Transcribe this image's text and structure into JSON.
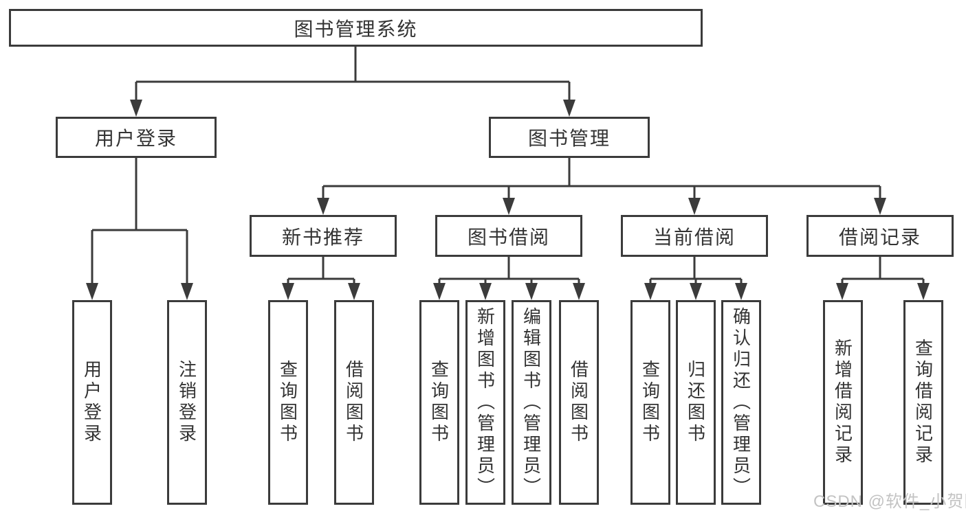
{
  "diagram": {
    "root": {
      "label": "图书管理系统"
    },
    "branches": [
      {
        "label": "用户登录",
        "children": [
          {
            "label": "用户登录"
          },
          {
            "label": "注销登录"
          }
        ]
      },
      {
        "label": "图书管理",
        "children": [
          {
            "label": "新书推荐",
            "children": [
              {
                "label": "查询图书"
              },
              {
                "label": "借阅图书"
              }
            ]
          },
          {
            "label": "图书借阅",
            "children": [
              {
                "label": "查询图书"
              },
              {
                "label": "新增图书（管理员）"
              },
              {
                "label": "编辑图书（管理员）"
              },
              {
                "label": "借阅图书"
              }
            ]
          },
          {
            "label": "当前借阅",
            "children": [
              {
                "label": "查询图书"
              },
              {
                "label": "归还图书"
              },
              {
                "label": "确认归还（管理员）"
              }
            ]
          },
          {
            "label": "借阅记录",
            "children": [
              {
                "label": "新增借阅记录"
              },
              {
                "label": "查询借阅记录"
              }
            ]
          }
        ]
      }
    ]
  },
  "watermark": "CSDN @软件_小贺同学",
  "colors": {
    "line": "#3b3b3b",
    "text": "#333333",
    "watermark": "#c3c3c3",
    "background": "#ffffff"
  }
}
